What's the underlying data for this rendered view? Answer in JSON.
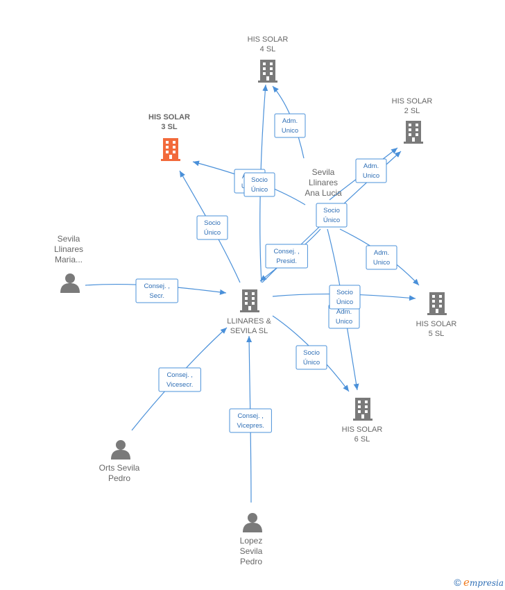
{
  "colors": {
    "edge": "#4a90d9",
    "company": "#7a7a7a",
    "highlight": "#f26a3b",
    "person": "#7a7a7a"
  },
  "nodes": [
    {
      "id": "his4",
      "kind": "company",
      "lines": [
        "HIS SOLAR",
        "4  SL"
      ],
      "icon": "building-icon"
    },
    {
      "id": "his2",
      "kind": "company",
      "lines": [
        "HIS SOLAR",
        "2  SL"
      ],
      "icon": "building-icon"
    },
    {
      "id": "his3",
      "kind": "company",
      "lines": [
        "HIS SOLAR",
        "3  SL"
      ],
      "icon": "building-icon",
      "highlight": true
    },
    {
      "id": "ana",
      "kind": "person",
      "lines": [
        "Sevila",
        "Llinares",
        "Ana Lucia"
      ],
      "icon": "none"
    },
    {
      "id": "maria",
      "kind": "person",
      "lines": [
        "Sevila",
        "Llinares",
        "Maria..."
      ],
      "icon": "person-icon"
    },
    {
      "id": "llinares",
      "kind": "company",
      "lines": [
        "LLINARES &",
        "SEVILA SL"
      ],
      "icon": "building-icon"
    },
    {
      "id": "his5",
      "kind": "company",
      "lines": [
        "HIS SOLAR",
        "5  SL"
      ],
      "icon": "building-icon"
    },
    {
      "id": "his6",
      "kind": "company",
      "lines": [
        "HIS SOLAR",
        "6  SL"
      ],
      "icon": "building-icon"
    },
    {
      "id": "orts",
      "kind": "person",
      "lines": [
        "Orts Sevila",
        "Pedro"
      ],
      "icon": "person-icon"
    },
    {
      "id": "lopez",
      "kind": "person",
      "lines": [
        "Lopez",
        "Sevila",
        "Pedro"
      ],
      "icon": "person-icon"
    }
  ],
  "edges": [
    {
      "from": "ana",
      "to": "his4",
      "label": [
        "Adm.",
        "Unico"
      ]
    },
    {
      "from": "ana",
      "to": "his3",
      "label": [
        "Adm.",
        "Unico"
      ]
    },
    {
      "from": "ana",
      "to": "his2",
      "label": [
        "Adm.",
        "Unico"
      ]
    },
    {
      "from": "ana",
      "to": "llinares",
      "label": [
        "Consej. ,",
        "Presid."
      ]
    },
    {
      "from": "ana",
      "to": "his5",
      "label": [
        "Adm.",
        "Unico"
      ]
    },
    {
      "from": "ana",
      "to": "his6",
      "label": [
        "Adm.",
        "Unico"
      ]
    },
    {
      "from": "llinares",
      "to": "his4",
      "label": [
        "Socio",
        "Único"
      ]
    },
    {
      "from": "llinares",
      "to": "his3",
      "label": [
        "Socio",
        "Único"
      ]
    },
    {
      "from": "llinares",
      "to": "his2",
      "label": [
        "Socio",
        "Único"
      ]
    },
    {
      "from": "llinares",
      "to": "his5",
      "label": [
        "Socio",
        "Único"
      ]
    },
    {
      "from": "llinares",
      "to": "his6",
      "label": [
        "Socio",
        "Único"
      ]
    },
    {
      "from": "maria",
      "to": "llinares",
      "label": [
        "Consej. ,",
        "Secr."
      ]
    },
    {
      "from": "orts",
      "to": "llinares",
      "label": [
        "Consej. ,",
        "Vicesecr."
      ]
    },
    {
      "from": "lopez",
      "to": "llinares",
      "label": [
        "Consej. ,",
        "Vicepres."
      ]
    }
  ],
  "footer": {
    "copyright": "©",
    "brand_initial": "e",
    "brand_rest": "mpresia"
  }
}
